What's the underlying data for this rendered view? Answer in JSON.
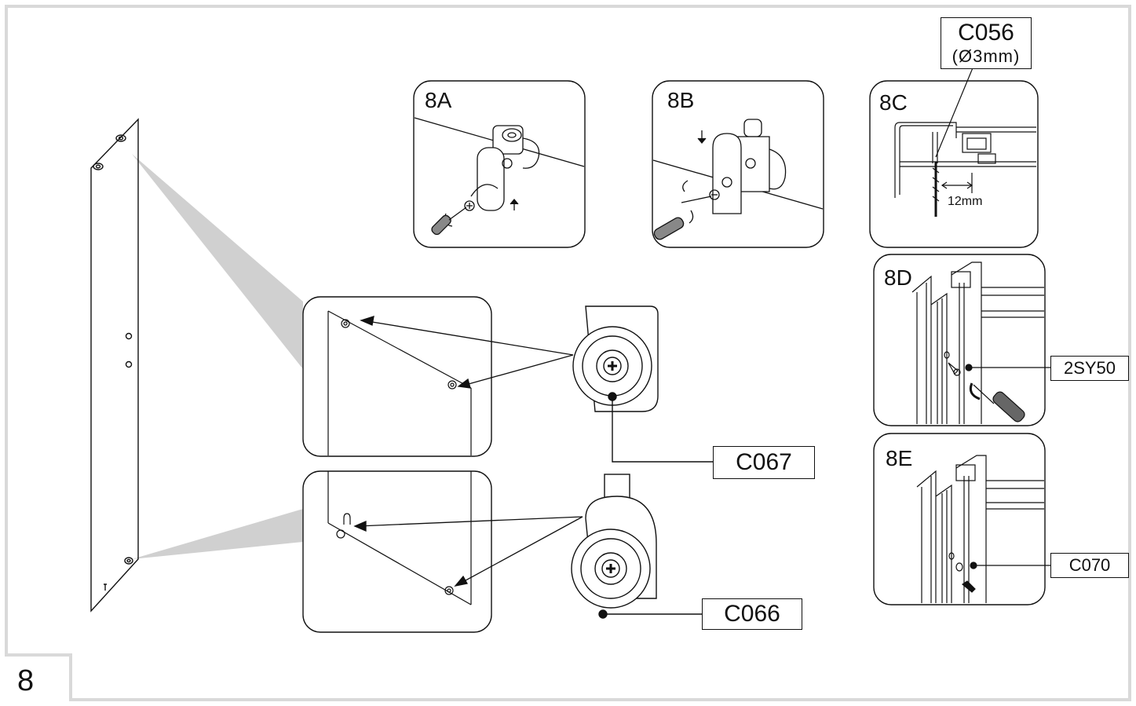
{
  "step_number": "8",
  "panels": {
    "a": {
      "label": "8A"
    },
    "b": {
      "label": "8B"
    },
    "c": {
      "label": "8C",
      "dimension": "12mm"
    },
    "d": {
      "label": "8D"
    },
    "e": {
      "label": "8E"
    }
  },
  "parts": {
    "c056": {
      "code": "C056",
      "diameter": "(Ø3mm)"
    },
    "c067": {
      "code": "C067"
    },
    "c066": {
      "code": "C066"
    },
    "sy50": {
      "code": "2SY50"
    },
    "c070": {
      "code": "C070"
    }
  },
  "colors": {
    "frame": "#d9d9d9",
    "line": "#111111",
    "highlight": "#cfcfcf"
  }
}
